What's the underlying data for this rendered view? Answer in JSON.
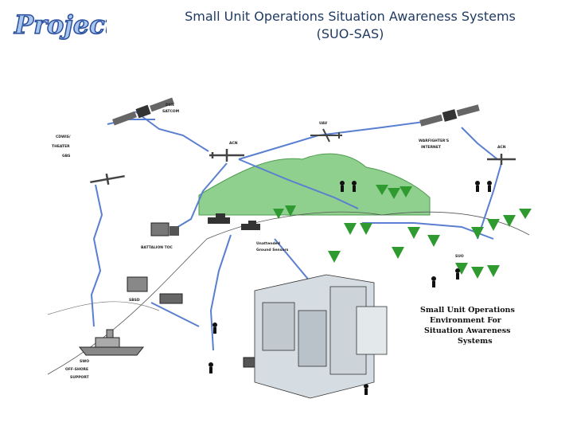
{
  "logo": {
    "text": "Projects"
  },
  "title": {
    "line1": "Small Unit Operations Situation Awareness Systems",
    "line2": "(SUO-SAS)"
  },
  "diagram": {
    "labels": {
      "sat_left": [
        "DSN",
        "SATCOM"
      ],
      "uav": "UAV",
      "acn_center": "ACN",
      "cdwis": [
        "CDWIS/",
        "THEATER",
        "GBS"
      ],
      "warfighter": [
        "WARFIGHTER'S",
        "INTERNET"
      ],
      "acn_right": "ACN",
      "battalion": "BATTALION TOC",
      "sensors": [
        "Unattended",
        "Ground Sensors"
      ],
      "suo": "SUO",
      "sbsd": "SBSD",
      "ship": [
        "SWO",
        "OFF-SHORE",
        "SUPPORT"
      ]
    },
    "caption": [
      "Small Unit Operations",
      "Environment For",
      "Situation Awareness",
      "Systems"
    ]
  },
  "colors": {
    "link": "#5577cc",
    "hill": "#7ec97e",
    "tree": "#2f9a2f",
    "building": "#c8cfd4",
    "title": "#1f3a63"
  }
}
